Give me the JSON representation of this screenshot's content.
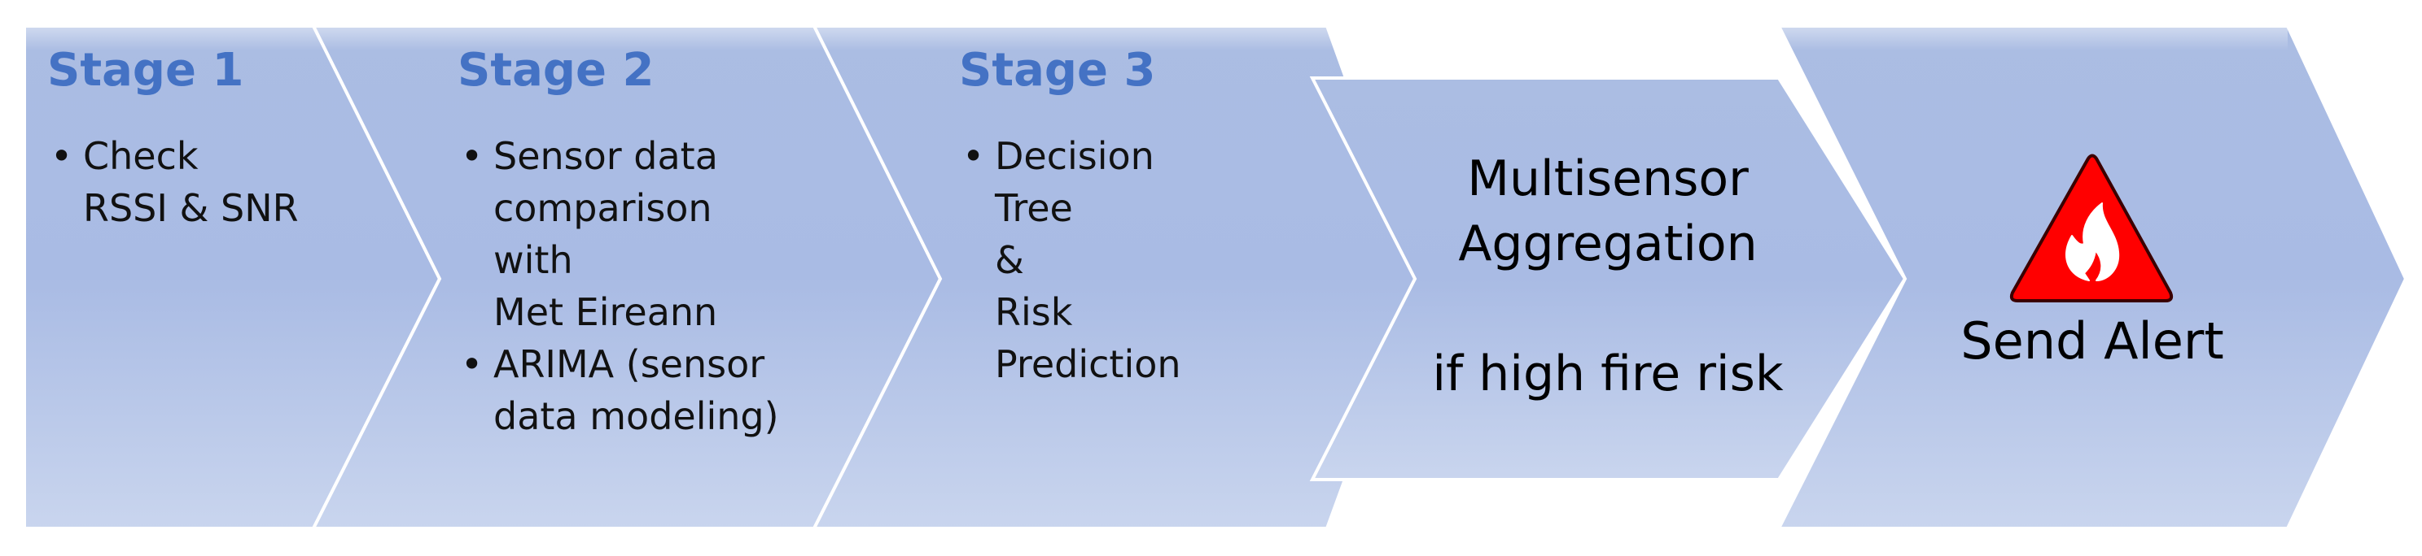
{
  "stages": [
    {
      "title": "Stage 1",
      "bullets": [
        [
          "Check",
          "RSSI & SNR"
        ]
      ]
    },
    {
      "title": "Stage 2",
      "bullets": [
        [
          "Sensor data",
          "comparison",
          "with",
          "Met Eireann"
        ],
        [
          "ARIMA (sensor",
          "data modeling)"
        ]
      ]
    },
    {
      "title": "Stage 3",
      "bullets": [
        [
          "Decision",
          "Tree",
          "&",
          "Risk",
          "Prediction"
        ]
      ]
    }
  ],
  "aggregation": {
    "line1": "Multisensor",
    "line2": "Aggregation",
    "condition": "if high fire risk"
  },
  "alert": {
    "label": "Send Alert",
    "icon": "fire-warning-icon"
  },
  "colors": {
    "fill_top": "#A9BCE4",
    "fill_bottom": "#C6D3EE",
    "title": "#4472C4",
    "alert_red": "#FF0000",
    "divider": "#FFFFFF"
  }
}
